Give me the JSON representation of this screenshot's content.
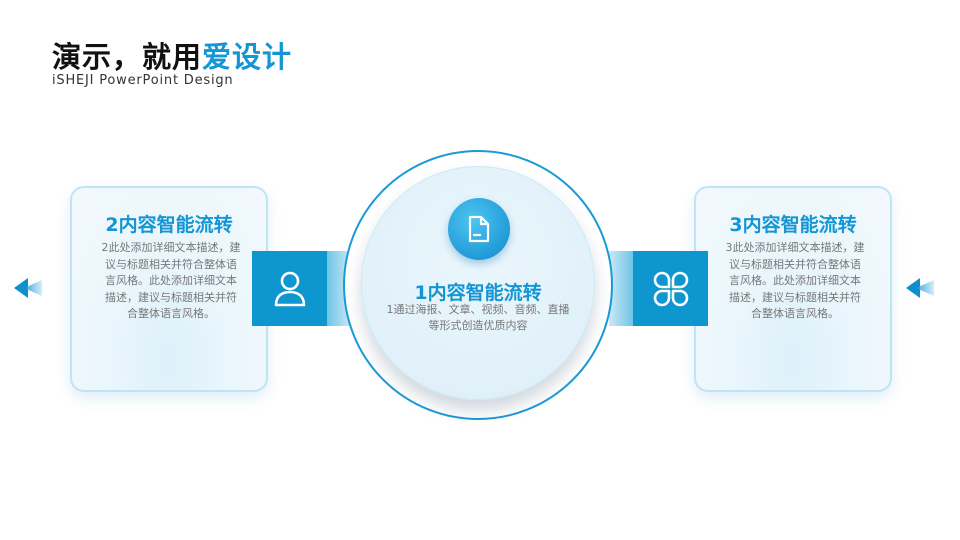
{
  "header": {
    "title_main": "演示，就用",
    "title_accent": "爱设计",
    "subtitle": "iSHEJI PowerPoint Design"
  },
  "left_card": {
    "title": "2内容智能流转",
    "body": "2此处添加详细文本描述，建议与标题相关并符合整体语言风格。此处添加详细文本描述，建议与标题相关并符合整体语言风格。"
  },
  "center": {
    "title": "1内容智能流转",
    "body": "1通过海报、文章、视频、音频、直播等形式创造优质内容"
  },
  "right_card": {
    "title": "3内容智能流转",
    "body": "3此处添加详细文本描述，建议与标题相关并符合整体语言风格。此处添加详细文本描述，建议与标题相关并符合整体语言风格。"
  },
  "icons": {
    "left": "user-icon",
    "center": "document-icon",
    "right": "clover-icon"
  },
  "colors": {
    "accent": "#1496d4",
    "square": "#0e96cf",
    "ring": "#1a9ad6"
  }
}
